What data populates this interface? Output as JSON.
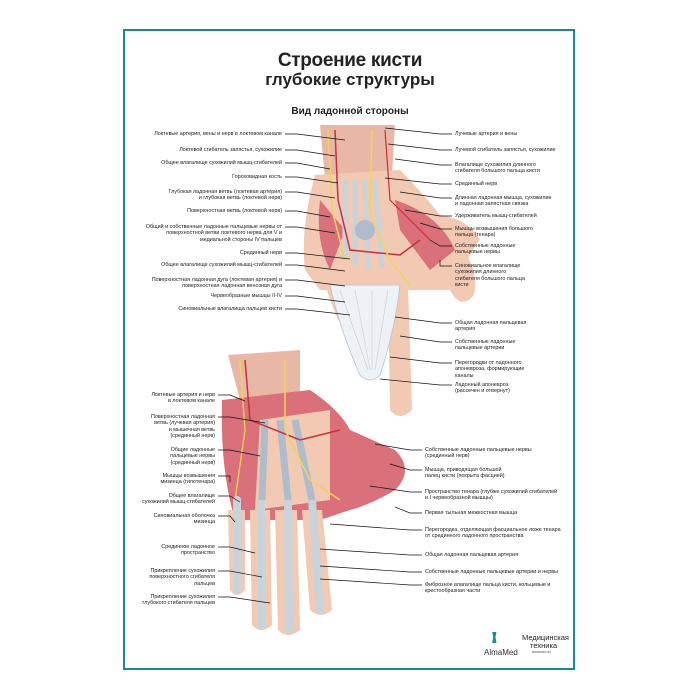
{
  "poster": {
    "title": "Строение кисти",
    "subtitle": "глубокие структуры",
    "view_label": "Вид ладонной стороны"
  },
  "top_left_labels": [
    "Локтевые артерия, вены и нерв в локтевом канале",
    "Локтевой сгибатель запястья, сухожилие",
    "Общее влагалище сухожилий мышц-сгибателей",
    "Гороховидная кость",
    "Глубокая ладонная ветвь (локтевая артерия)\nи глубокая ветвь (локтевой нерв)",
    "Поверхностная ветвь (локтевой нерв)",
    "Общий и собственные ладонные пальцевые нервы от\nповерхностной ветви локтевого нерва для V и\nмедиальной стороны IV пальцев",
    "Срединный нерв",
    "Общее влагалище сухожилий мышц-сгибателей",
    "Поверхностная ладонная дуга (локтевая артерия) и\nповерхностная ладонная венозная дуга",
    "Червеобразные мышцы II-IV",
    "Синовиальные влагалища пальцев кисти"
  ],
  "top_right_labels": [
    "Лучевые артерия и вены",
    "Лучевой сгибатель запястья, сухожилие",
    "Влагалище сухожилия длинного\nсгибателя большого пальца кисти",
    "Срединный нерв",
    "Длинная ладонная мышца, сухожилие\nи ладонная запястная связка",
    "Удерживатель мышц-сгибателей",
    "Мышцы возвышения большого\nпальца (тенара)",
    "Собственные ладонные\nпальцевые нервы",
    "Синовиальное влагалище\nсухожилия длинного\nсгибателя большого пальца\nкисти",
    "Общая ладонная пальцевая\nартерия",
    "Собственные ладонные\nпальцевые артерии",
    "Перегородки от ладонного\nапоневроза, формирующие\nканалы",
    "Ладонный апоневроз\n(рассечен и отвернут)"
  ],
  "bottom_left_labels": [
    "Локтевые артерия и нерв\nв локтевом канале",
    "Поверхностная ладонная\nветвь (лучевая артерия)\nи мышечная ветвь\n(срединный нерв)",
    "Общие ладонные\nпальцевые нервы\n(срединный нерв)",
    "Мышцы возвышения\nмизинца (гипотенара)",
    "Общее влагалище\nсухожилий мышц-сгибателей",
    "Синовиальная оболочка\nмизинца",
    "Срединное ладонное\nпространство",
    "Прикрепление сухожилия\nповерхностного сгибателя\nпальцев",
    "Прикрепление сухожилия\nглубокого сгибателя пальцев"
  ],
  "bottom_right_labels": [
    "Собственные ладонные пальцевые нервы\n(срединный нерв)",
    "Мышца, приводящая большой\nпалец кисти (покрыта фасцией)",
    "Пространство тенара (глубже сухожилий сгибателей\nи I червеобразной мышцы)",
    "Первая тыльная межкостная мышца",
    "Перегородка, отделяющая фасциальное ложе тенара\nот срединного ладонного пространства",
    "Общая ладонная пальцевая артерия",
    "Собственные ладонные пальцевые артерии и нервы",
    "Фиброзное влагалище пальца кисти, кольцевые и\nкрестообразная части"
  ],
  "logo": {
    "brand": "AlmaMed",
    "tagline_1": "Медицинская",
    "tagline_2": "техника",
    "url": "almamed.su"
  },
  "colors": {
    "frame": "#1b8a90",
    "skin": "#f2c9b3",
    "muscle": "#d9707a",
    "tendon": "#c9d3dc",
    "nerve": "#f0d45a",
    "artery": "#c8303a"
  }
}
